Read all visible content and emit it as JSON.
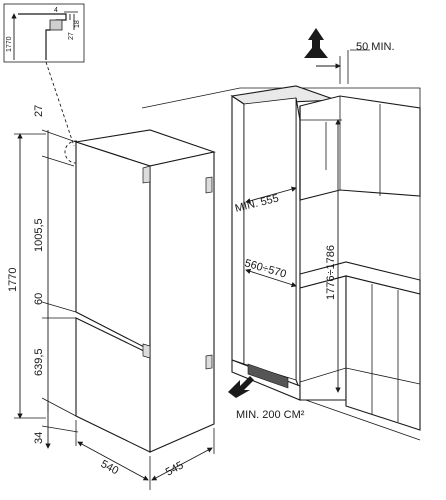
{
  "inset": {
    "height": "1770",
    "dims": [
      "4",
      "18",
      "27"
    ]
  },
  "left_dims": [
    "27",
    "1005,5",
    "60",
    "639,5",
    "34"
  ],
  "overall_height": "1770",
  "base_dims": {
    "width": "540",
    "depth": "545"
  },
  "cabinet_dims": {
    "clearance_top": "50 MIN.",
    "depth_min": "MIN. 555",
    "width_range": "560÷570",
    "height_range": "1776÷1786",
    "vent_area": "MIN. 200 CM²"
  }
}
